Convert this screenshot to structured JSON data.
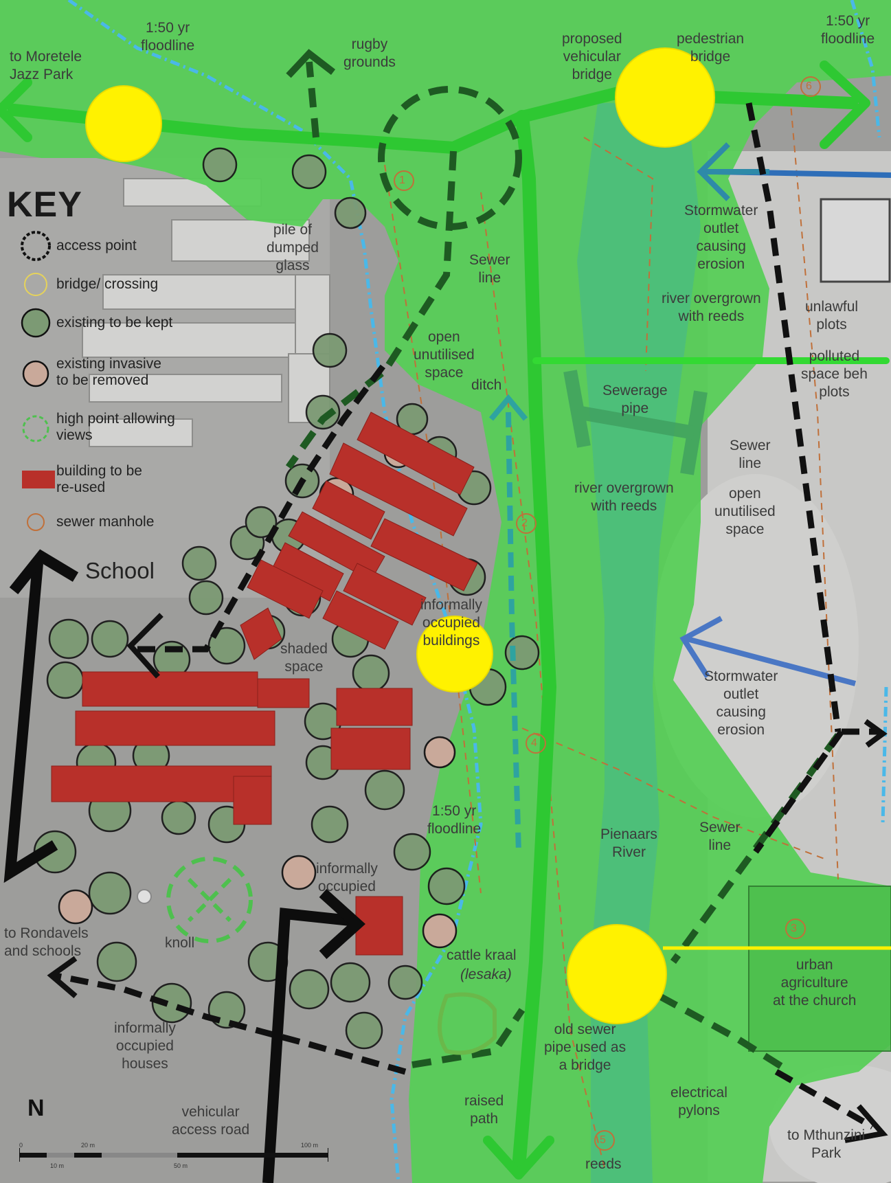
{
  "key": {
    "title": "KEY",
    "items": [
      {
        "symbol": "access-point",
        "label": "access point"
      },
      {
        "symbol": "bridge-crossing",
        "label": "bridge/ crossing"
      },
      {
        "symbol": "tree-kept",
        "label": "existing to be kept"
      },
      {
        "symbol": "tree-invasive",
        "label": "existing invasive\nto be removed"
      },
      {
        "symbol": "high-point",
        "label": "high point allowing\nviews"
      },
      {
        "symbol": "building-reuse",
        "label": "building to be\nre-used"
      },
      {
        "symbol": "sewer-manhole",
        "label": "sewer manhole"
      }
    ]
  },
  "labels": {
    "to_moretele": "to Moretele\nJazz Park",
    "floodline_top_left": "1:50 yr\nfloodline",
    "rugby": "rugby\ngrounds",
    "proposed_bridge": "proposed\nvehicular\nbridge",
    "pedestrian_bridge": "pedestrian\nbridge",
    "floodline_top_right": "1:50 yr\nfloodline",
    "pile_glass": "pile of\ndumped\nglass",
    "sewer_line_1": "Sewer\nline",
    "stormwater_1": "Stormwater\noutlet\ncausing\nerosion",
    "river_reeds_1": "river overgrown\nwith reeds",
    "unlawful_plots": "unlawful\nplots",
    "open_space_1": "open\nunutilised\nspace",
    "ditch": "ditch",
    "sewerage_pipe": "Sewerage\npipe",
    "polluted_space": "polluted\nspace beh\nplots",
    "sewer_line_2": "Sewer\nline",
    "river_reeds_2": "river overgrown\nwith reeds",
    "open_space_2": "open\nunutilised\nspace",
    "informally_1": "informally\noccupied\nbuildings",
    "shaded_space": "shaded\nspace",
    "stormwater_2": "Stormwater\noutlet\ncausing\nerosion",
    "floodline_mid": "1:50 yr\nfloodline",
    "pienaars": "Pienaars\nRiver",
    "sewer_line_3": "Sewer\nline",
    "informally_2": "informally\noccupied",
    "to_rondavels": "to Rondavels\nand schools",
    "knoll": "knoll",
    "cattle_kraal": "cattle kraal",
    "lesaka": "(lesaka)",
    "urban_agri": "urban\nagriculture\nat the church",
    "informally_houses": "informally\noccupied\nhouses",
    "old_sewer": "old sewer\npipe used as\na bridge",
    "raised_path": "raised\npath",
    "electrical": "electrical\npylons",
    "vehicular_road": "vehicular\naccess road",
    "to_mthunzini": "to Mthunzini\nPark",
    "reeds": "reeds",
    "school": "School",
    "north": "N"
  },
  "manholes": [
    "1",
    "2",
    "3",
    "4",
    "5",
    "6"
  ],
  "scale_bar": {
    "labels": [
      "0",
      "10 m",
      "20 m",
      "50 m",
      "100 m"
    ]
  },
  "colors": {
    "aerial_bg": "#9a9a98",
    "green_zone": "#5bd25b",
    "river_zone": "#4dbd8a",
    "path_green": "#2ec832",
    "dark_dash": "#1e5a22",
    "building_red": "#b8302a",
    "highlight_yellow": "#fff200",
    "river_blue": "#4ab8e8",
    "stormwater_blue": "#4a77c4",
    "sewer_orange": "#c0703a"
  }
}
